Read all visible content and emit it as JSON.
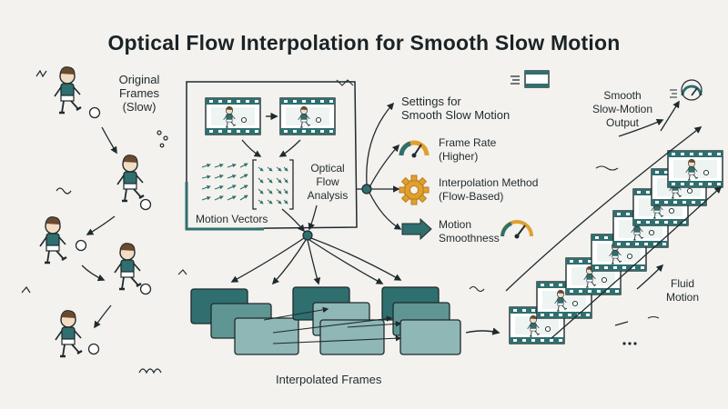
{
  "title": "Optical Flow Interpolation for Smooth Slow Motion",
  "original_frames": {
    "line1": "Original",
    "line2": "Frames",
    "line3": "(Slow)"
  },
  "analysis": {
    "line1": "Optical",
    "line2": "Flow",
    "line3": "Analysis",
    "vectors_label": "Motion Vectors"
  },
  "settings": {
    "heading_line1": "Settings for",
    "heading_line2": "Smooth Slow Motion",
    "items": [
      {
        "line1": "Frame Rate",
        "line2": "(Higher)",
        "icon": "gauge-icon"
      },
      {
        "line1": "Interpolation Method",
        "line2": "(Flow-Based)",
        "icon": "gear-icon"
      },
      {
        "line1": "Motion",
        "line2": "Smoothness",
        "icon": "arrow-icon"
      }
    ]
  },
  "interpolated_label": "Interpolated Frames",
  "output": {
    "line1": "Smooth",
    "line2": "Slow-Motion",
    "line3": "Output"
  },
  "fluid": {
    "line1": "Fluid",
    "line2": "Motion"
  },
  "colors": {
    "teal": "#2f6f6f",
    "teal_light": "#8fb7b5",
    "orange": "#e0a030",
    "ink": "#1f2a2e"
  }
}
